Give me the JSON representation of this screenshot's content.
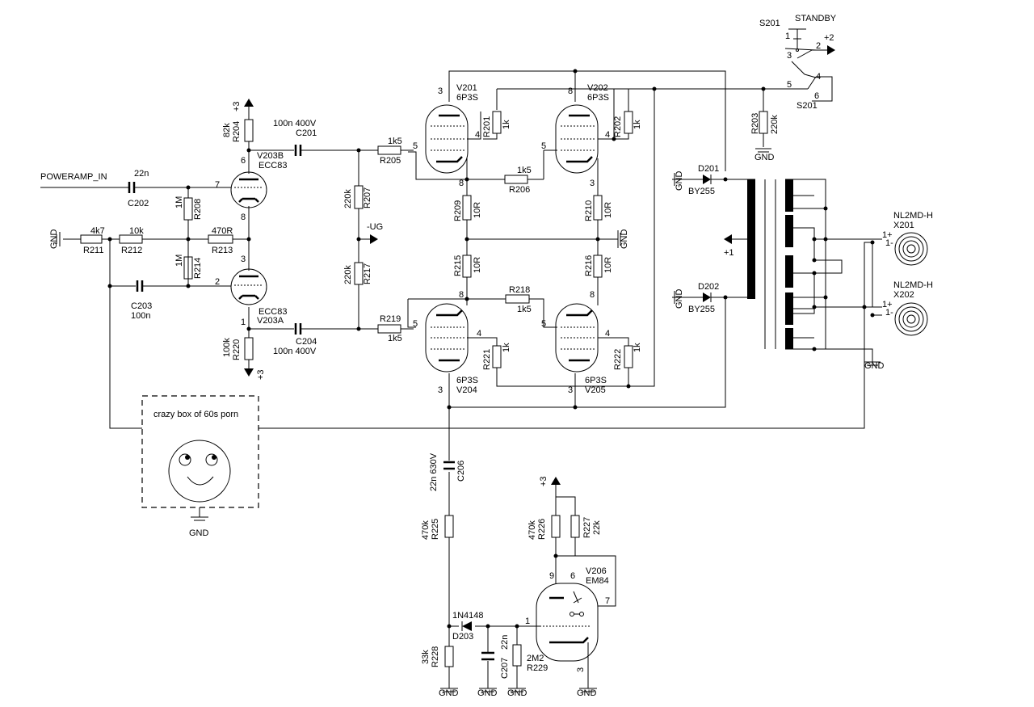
{
  "input": {
    "label": "POWERAMP_IN"
  },
  "ground_label": "GND",
  "rails": {
    "plus1": "+1",
    "plus2": "+2",
    "plus3": "+3",
    "minus_ug": "-UG"
  },
  "tubes": {
    "v203b": {
      "ref": "V203B",
      "type": "ECC83",
      "pins": [
        "6",
        "7",
        "8"
      ]
    },
    "v203a": {
      "ref": "V203A",
      "type": "ECC83",
      "pins": [
        "1",
        "2",
        "3"
      ]
    },
    "v201": {
      "ref": "V201",
      "type": "6P3S"
    },
    "v202": {
      "ref": "V202",
      "type": "6P3S"
    },
    "v204": {
      "ref": "V204",
      "type": "6P3S"
    },
    "v205": {
      "ref": "V205",
      "type": "6P3S"
    },
    "v206": {
      "ref": "V206",
      "type": "EM84",
      "pins": [
        "9",
        "6",
        "7",
        "1",
        "3"
      ]
    }
  },
  "power_pins": {
    "p3": "3",
    "p4": "4",
    "p5": "5",
    "p8": "8"
  },
  "resistors": {
    "r204": {
      "ref": "R204",
      "value": "82k"
    },
    "r208": {
      "ref": "R208",
      "value": "1M"
    },
    "r214": {
      "ref": "R214",
      "value": "1M"
    },
    "r211": {
      "ref": "R211",
      "value": "4k7"
    },
    "r212": {
      "ref": "R212",
      "value": "10k"
    },
    "r213": {
      "ref": "R213",
      "value": "470R"
    },
    "r220": {
      "ref": "R220",
      "value": "100k"
    },
    "r207": {
      "ref": "R207",
      "value": "220k"
    },
    "r217": {
      "ref": "R217",
      "value": "220k"
    },
    "r205": {
      "ref": "R205",
      "value": "1k5"
    },
    "r219": {
      "ref": "R219",
      "value": "1k5"
    },
    "r206": {
      "ref": "R206",
      "value": "1k5"
    },
    "r218": {
      "ref": "R218",
      "value": "1k5"
    },
    "r201": {
      "ref": "R201",
      "value": "1k"
    },
    "r202": {
      "ref": "R202",
      "value": "1k"
    },
    "r221": {
      "ref": "R221",
      "value": "1k"
    },
    "r222": {
      "ref": "R222",
      "value": "1k"
    },
    "r209": {
      "ref": "R209",
      "value": "10R"
    },
    "r210": {
      "ref": "R210",
      "value": "10R"
    },
    "r215": {
      "ref": "R215",
      "value": "10R"
    },
    "r216": {
      "ref": "R216",
      "value": "10R"
    },
    "r203": {
      "ref": "R203",
      "value": "220k"
    },
    "r225": {
      "ref": "R225",
      "value": "470k"
    },
    "r226": {
      "ref": "R226",
      "value": "470k"
    },
    "r227": {
      "ref": "R227",
      "value": "22k"
    },
    "r228": {
      "ref": "R228",
      "value": "33k"
    },
    "r229": {
      "ref": "R229",
      "value": "2M2"
    }
  },
  "capacitors": {
    "c201": {
      "ref": "C201",
      "value": "100n 400V"
    },
    "c202": {
      "ref": "C202",
      "value": "22n"
    },
    "c203": {
      "ref": "C203",
      "value": "100n"
    },
    "c204": {
      "ref": "C204",
      "value": "100n 400V"
    },
    "c206": {
      "ref": "C206",
      "value": "22n 630V"
    },
    "c207": {
      "ref": "C207",
      "value": "22n"
    }
  },
  "diodes": {
    "d201": {
      "ref": "D201",
      "type": "BY255"
    },
    "d202": {
      "ref": "D202",
      "type": "BY255"
    },
    "d203": {
      "ref": "D203",
      "type": "1N4148"
    }
  },
  "switch": {
    "ref": "S201",
    "label": "STANDBY",
    "pins": [
      "1",
      "2",
      "3",
      "4",
      "5",
      "6"
    ]
  },
  "connectors": {
    "x201": {
      "ref": "X201",
      "type": "NL2MD-H",
      "pins": [
        "1+",
        "1-"
      ]
    },
    "x202": {
      "ref": "X202",
      "type": "NL2MD-H",
      "pins": [
        "1+",
        "1-"
      ]
    }
  },
  "box": {
    "label": "crazy box of 60s porn"
  }
}
